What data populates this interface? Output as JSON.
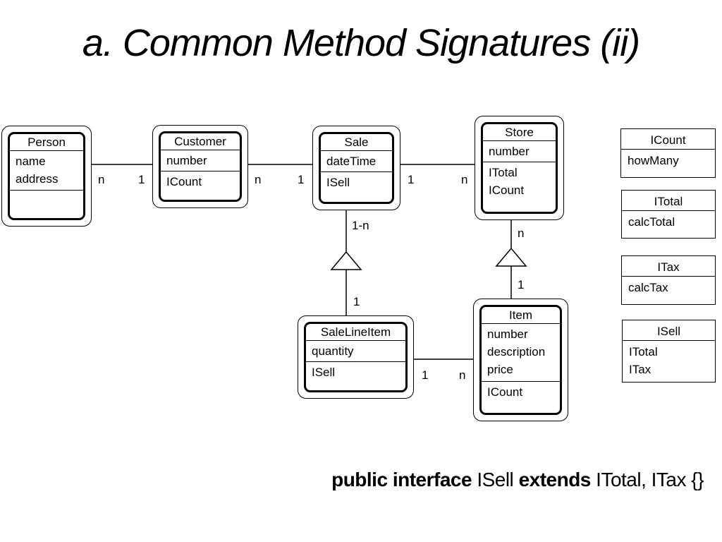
{
  "title": "a. Common Method Signatures (ii)",
  "classes": {
    "person": {
      "name": "Person",
      "attributes": [
        "name",
        "address"
      ],
      "interfaces": []
    },
    "customer": {
      "name": "Customer",
      "attributes": [
        "number"
      ],
      "interfaces": [
        "ICount"
      ]
    },
    "sale": {
      "name": "Sale",
      "attributes": [
        "dateTime"
      ],
      "interfaces": [
        "ISell"
      ]
    },
    "store": {
      "name": "Store",
      "attributes": [
        "number"
      ],
      "interfaces": [
        "ITotal",
        "ICount"
      ]
    },
    "salelineitem": {
      "name": "SaleLineItem",
      "attributes": [
        "quantity"
      ],
      "interfaces": [
        "ISell"
      ]
    },
    "item": {
      "name": "Item",
      "attributes": [
        "number",
        "description",
        "price"
      ],
      "interfaces": [
        "ICount"
      ]
    }
  },
  "interfaces": {
    "icount": {
      "name": "ICount",
      "methods": [
        "howMany"
      ]
    },
    "itotal": {
      "name": "ITotal",
      "methods": [
        "calcTotal"
      ]
    },
    "itax": {
      "name": "ITax",
      "methods": [
        "calcTax"
      ]
    },
    "isell": {
      "name": "ISell",
      "methods": [
        "ITotal",
        "ITax"
      ]
    }
  },
  "multiplicities": {
    "person_customer": [
      "n",
      "1"
    ],
    "customer_sale": [
      "n",
      "1"
    ],
    "sale_store": [
      "1",
      "n"
    ],
    "sale_salelineitem": [
      "1-n",
      "1"
    ],
    "store_item": [
      "n",
      "1"
    ],
    "salelineitem_item": [
      "1",
      "n"
    ]
  },
  "code": {
    "kw1": "public interface",
    "name": "ISell",
    "kw2": "extends",
    "parents": "ITotal, ITax {}"
  },
  "colors": {
    "ink": "#000000",
    "background": "#ffffff"
  }
}
